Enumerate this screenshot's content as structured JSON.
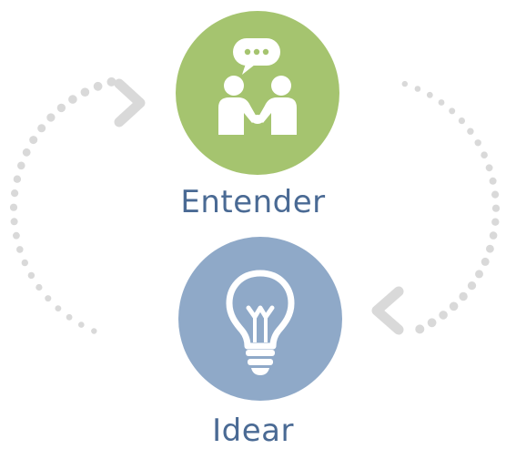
{
  "stages": [
    {
      "id": "entender",
      "label": "Entender",
      "icon": "people-talking-icon",
      "color": "#a5c46f"
    },
    {
      "id": "idear",
      "label": "Idear",
      "icon": "lightbulb-icon",
      "color": "#8fa9c8"
    }
  ],
  "cycle": {
    "dot_color": "#d9d9d9",
    "arrow_color": "#d9d9d9",
    "direction": "clockwise"
  }
}
